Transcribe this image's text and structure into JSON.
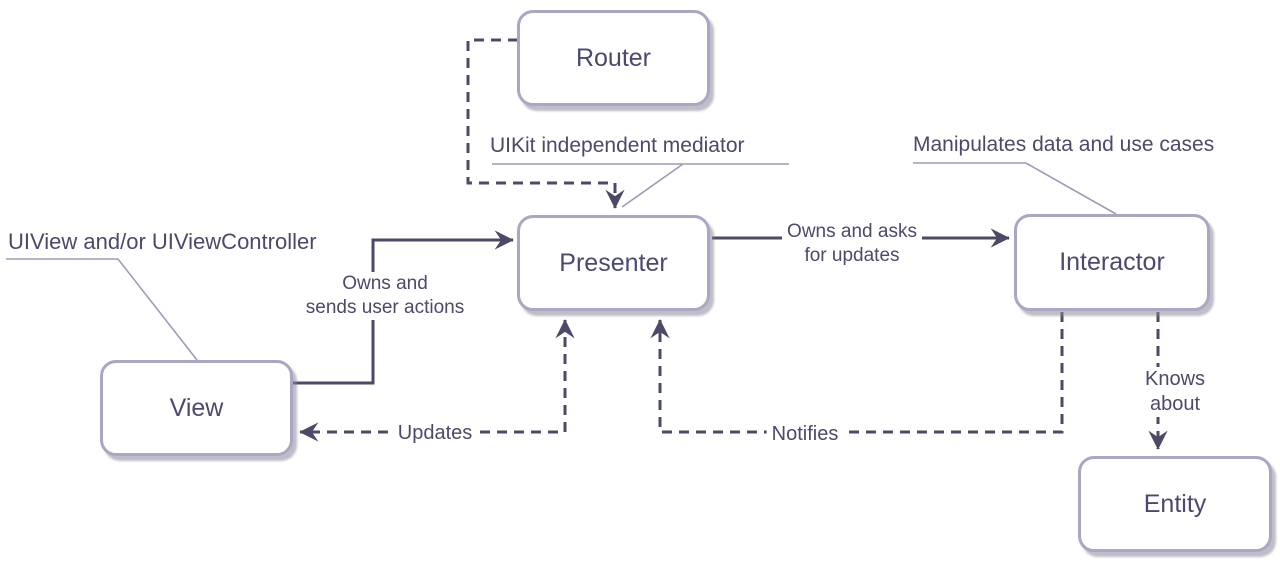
{
  "diagram": {
    "nodes": {
      "router": {
        "label": "Router"
      },
      "presenter": {
        "label": "Presenter"
      },
      "view": {
        "label": "View"
      },
      "interactor": {
        "label": "Interactor"
      },
      "entity": {
        "label": "Entity"
      }
    },
    "edges": {
      "view_to_presenter": {
        "label": "Owns and\nsends user actions",
        "style": "solid",
        "from": "View",
        "to": "Presenter"
      },
      "presenter_to_interactor": {
        "label": "Owns and asks\nfor updates",
        "style": "solid",
        "from": "Presenter",
        "to": "Interactor"
      },
      "router_to_presenter": {
        "label": "",
        "style": "dashed",
        "from": "Router",
        "to": "Presenter"
      },
      "presenter_to_view": {
        "label": "Updates",
        "style": "dashed",
        "from": "Presenter",
        "to": "View"
      },
      "interactor_to_presenter": {
        "label": "Notifies",
        "style": "dashed",
        "from": "Interactor",
        "to": "Presenter"
      },
      "interactor_to_entity": {
        "label": "Knows about",
        "style": "dashed",
        "from": "Interactor",
        "to": "Entity"
      }
    },
    "callouts": {
      "view": "UIView and/or UIViewController",
      "presenter": "UIKit independent mediator",
      "interactor": "Manipulates data and use cases"
    },
    "colors": {
      "background": "#ffffff",
      "arrow_line": "#4c4a66",
      "box_border": "#a9a7c4",
      "box_fill": "#ffffff",
      "box_text": "#4b4970",
      "label_text": "#4b4a6b",
      "leader_line": "#9d9bba",
      "shadow": "#8a8899"
    }
  }
}
